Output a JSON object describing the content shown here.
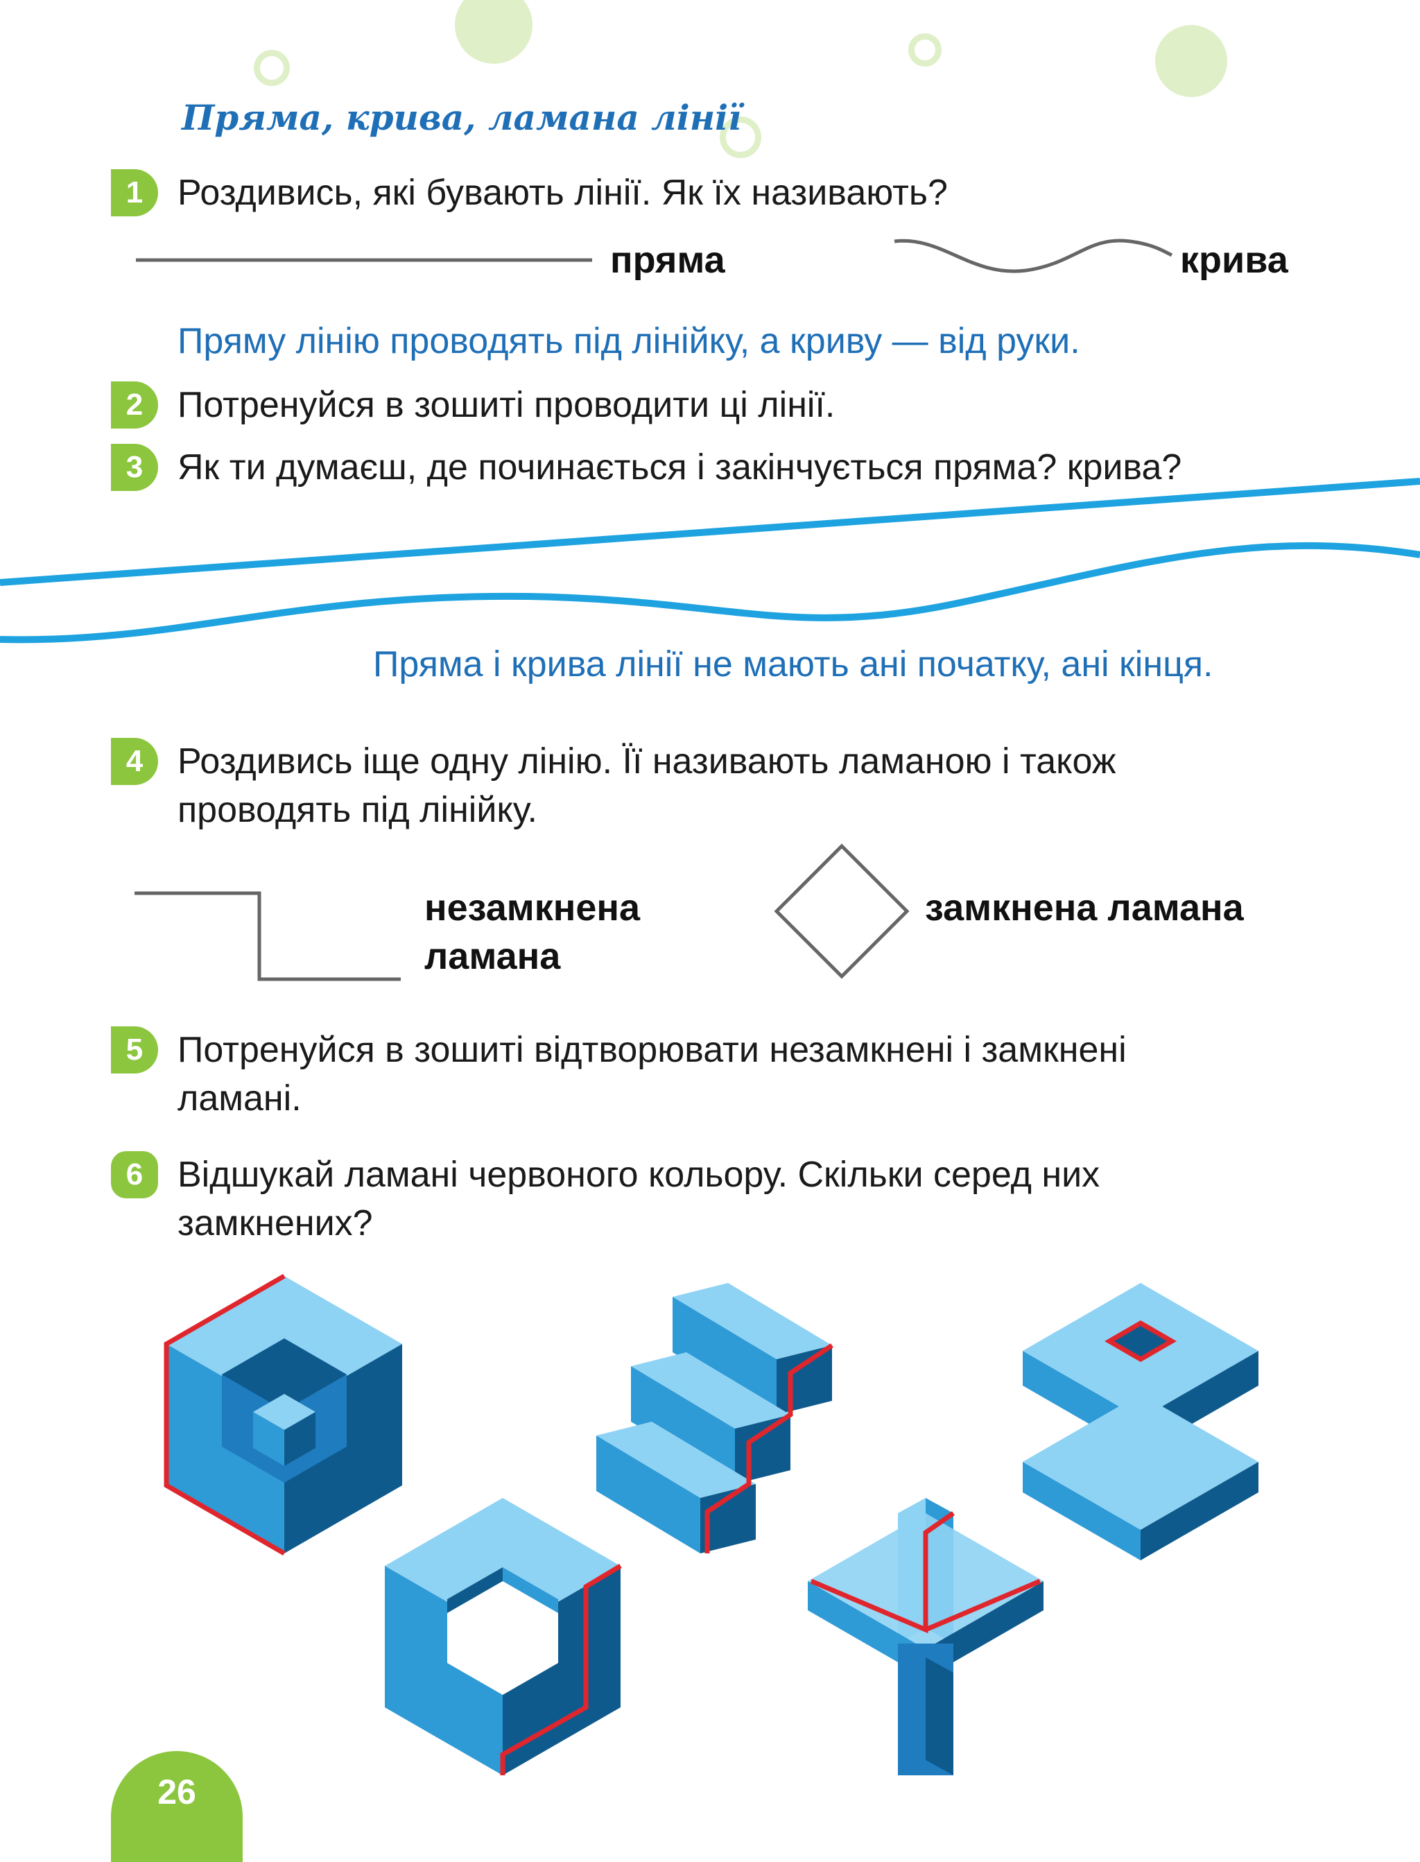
{
  "section_title": "Пряма, крива, ламана лінії",
  "tasks": [
    {
      "num": "1",
      "text": "Роздивись, які бувають лінії. Як їх називають?"
    },
    {
      "num": "2",
      "text": "Потренуйся в зошиті проводити ці лінії."
    },
    {
      "num": "3",
      "text": "Як ти думаєш, де починається і закінчується пряма? крива?"
    },
    {
      "num": "4",
      "text_line1": "Роздивись іще одну лінію. Її називають ламаною і також",
      "text_line2": "проводять під лінійку."
    },
    {
      "num": "5",
      "text_line1": "Потренуйся в зошиті відтворювати незамкнені і замкнені",
      "text_line2": "ламані."
    },
    {
      "num": "6",
      "text_line1": "Відшукай ламані червоного кольору. Скільки серед них",
      "text_line2": "замкнених?"
    }
  ],
  "labels": {
    "straight": "пряма",
    "curve": "крива",
    "open_polyline_line1": "незамкнена",
    "open_polyline_line2": "ламана",
    "closed_polyline": "замкнена ламана"
  },
  "notes": {
    "ruler_note": "Пряму лінію проводять під лінійку, а криву — від руки.",
    "infinite_note": "Пряма і крива лінії не мають ані початку, ані кінця."
  },
  "page_number": "26",
  "colors": {
    "accent_green": "#8cc63f",
    "title_blue": "#1f6fb7",
    "line_blue": "#1ea3e0",
    "polyline_red": "#e0262d",
    "cube_light": "#8fd3f4",
    "cube_mid": "#2e9ad6",
    "cube_dark": "#0f5a8c"
  }
}
